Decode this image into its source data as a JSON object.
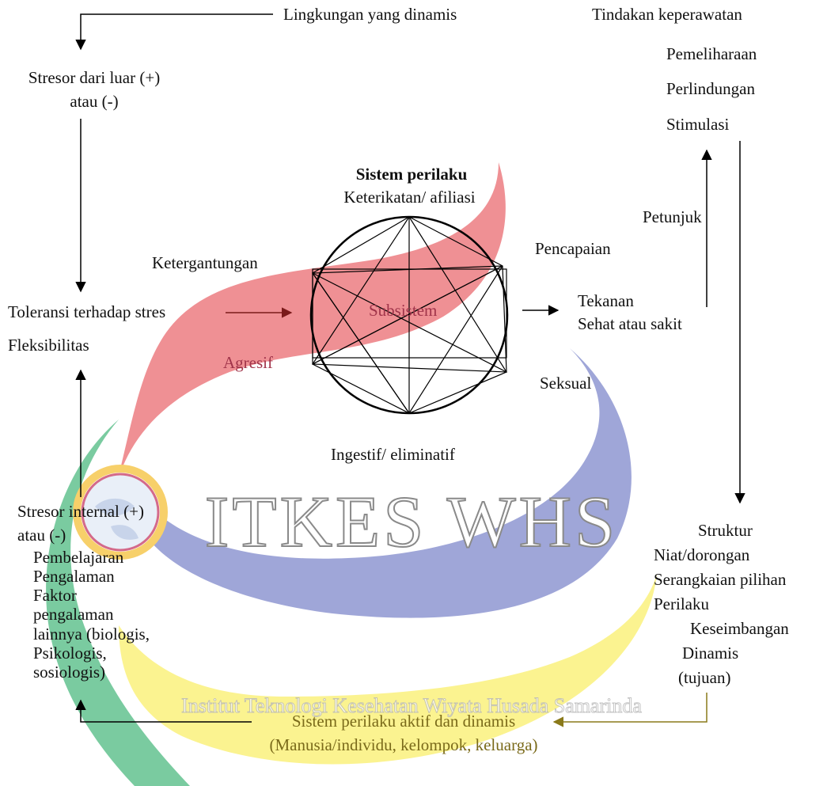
{
  "external": {
    "dynamic_environment": "Lingkungan yang dinamis",
    "external_stressor_line1": "Stresor dari luar (+)",
    "external_stressor_line2": "atau (-)",
    "stress_tolerance": "Toleransi terhadap stres",
    "flexibility": "Fleksibilitas"
  },
  "nursing": {
    "title": "Tindakan keperawatan",
    "items": [
      "Pemeliharaan",
      "Perlindungan",
      "Stimulasi"
    ],
    "guidance": "Petunjuk"
  },
  "behavior_system": {
    "title": "Sistem perilaku",
    "center": "Subsistem",
    "subsystems": {
      "attachment": "Keterikatan/ afiliasi",
      "dependency": "Ketergantungan",
      "achievement": "Pencapaian",
      "aggressive": "Agresif",
      "sexual": "Seksual",
      "ingestive": "Ingestif/ eliminatif"
    }
  },
  "output": {
    "pressure": "Tekanan",
    "health": "Sehat atau sakit"
  },
  "internal": {
    "stressor_line1": "Stresor internal (+)",
    "stressor_line2": "atau (-)",
    "factors": [
      "Pembelajaran",
      "Pengalaman",
      "Faktor",
      "pengalaman",
      "lainnya (biologis,",
      "Psikologis,",
      "sosiologis)"
    ]
  },
  "structure": {
    "title": "Struktur",
    "items": [
      "Niat/dorongan",
      "Serangkaian pilihan",
      "Perilaku"
    ],
    "balance_line1": "Keseimbangan",
    "balance_line2": "Dinamis",
    "balance_line3": "(tujuan)"
  },
  "bottom": {
    "line1": "Sistem perilaku aktif dan dinamis",
    "line2": "(Manusia/individu, kelompok, keluarga)"
  },
  "watermark": {
    "name": "ITKES WHS",
    "arc_text": "Institut Teknologi Kesehatan Wiyata Husada Samarinda"
  },
  "colors": {
    "red": "#ee8a8e",
    "blue": "#9aa1d6",
    "yellow": "#fbf28a",
    "green": "#6cc596",
    "arrow_brown": "#7a1a1a",
    "arrow_olive": "#8a7a1a"
  }
}
